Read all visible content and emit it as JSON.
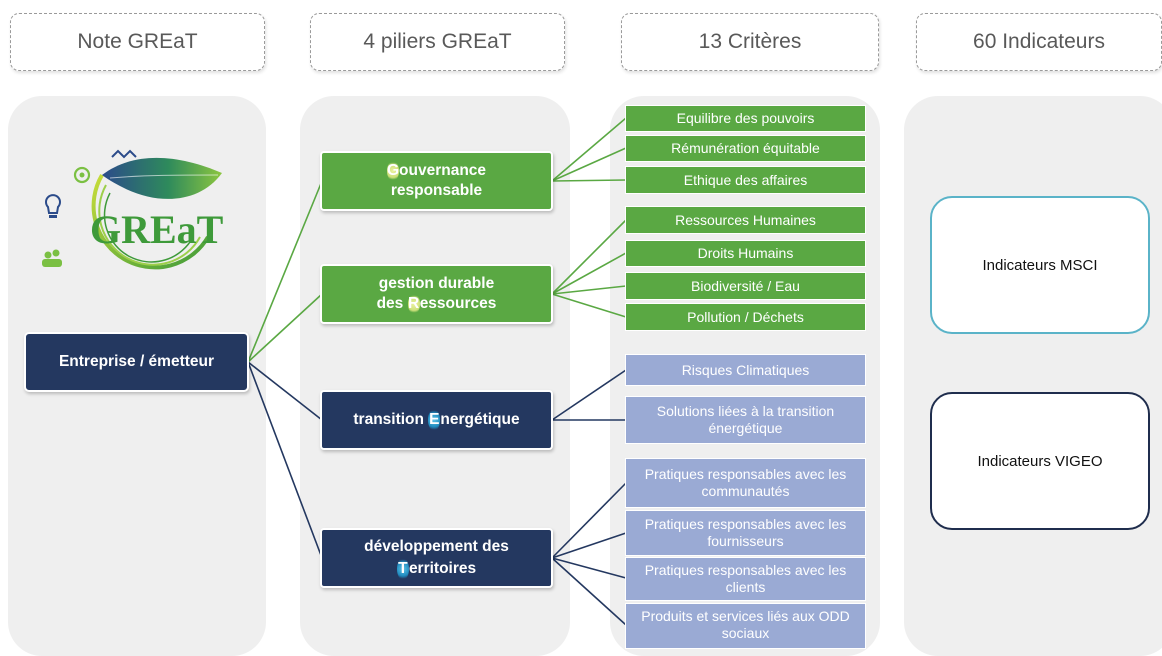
{
  "headers": [
    "Note GREaT",
    "4 piliers GREaT",
    "13 Critères",
    "60 Indicateurs"
  ],
  "logo": {
    "text": "GREaT"
  },
  "entity": {
    "label": "Entreprise / émetteur"
  },
  "pillars": [
    {
      "lead": "",
      "hl": "G",
      "rest": "ouvernance",
      "line2": "responsable"
    },
    {
      "lead": "gestion durable",
      "line2_pre": "des ",
      "hl": "R",
      "rest": "essources"
    },
    {
      "lead": "transition ",
      "hl": "E",
      "rest": "nergétique"
    },
    {
      "lead": "développement des",
      "hl": "T",
      "rest": "erritoires"
    }
  ],
  "criteria": [
    "Equilibre des pouvoirs",
    "Rémunération équitable",
    "Ethique des affaires",
    "Ressources Humaines",
    "Droits Humains",
    "Biodiversité / Eau",
    "Pollution / Déchets",
    "Risques Climatiques",
    "Solutions liées à la transition énergétique",
    "Pratiques responsables avec les communautés",
    "Pratiques responsables avec les fournisseurs",
    "Pratiques responsables avec les clients",
    "Produits et services liés aux ODD sociaux"
  ],
  "indicators": [
    "Indicateurs MSCI",
    "Indicateurs VIGEO"
  ],
  "colors": {
    "green": "#5aa843",
    "navy": "#243860",
    "lavender": "#9aaad4",
    "msci_border": "#5ab3c8",
    "vigeo_border": "#1f2d4d"
  }
}
